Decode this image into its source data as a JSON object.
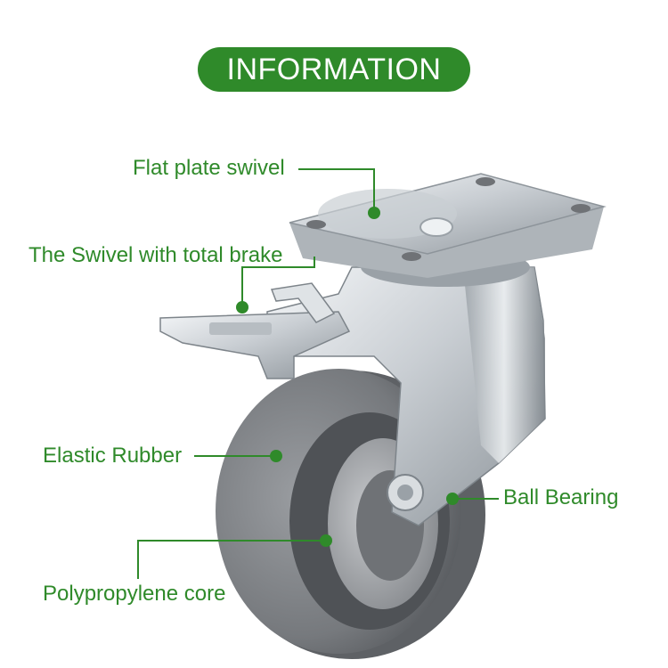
{
  "header": {
    "title": "INFORMATION"
  },
  "callouts": {
    "flat_plate": "Flat plate swivel",
    "swivel_brake": "The Swivel with total brake",
    "elastic_rubber": "Elastic Rubber",
    "ball_bearing": "Ball Bearing",
    "pp_core": "Polypropylene core"
  },
  "colors": {
    "accent": "#2f8a2a",
    "background": "#ffffff"
  }
}
